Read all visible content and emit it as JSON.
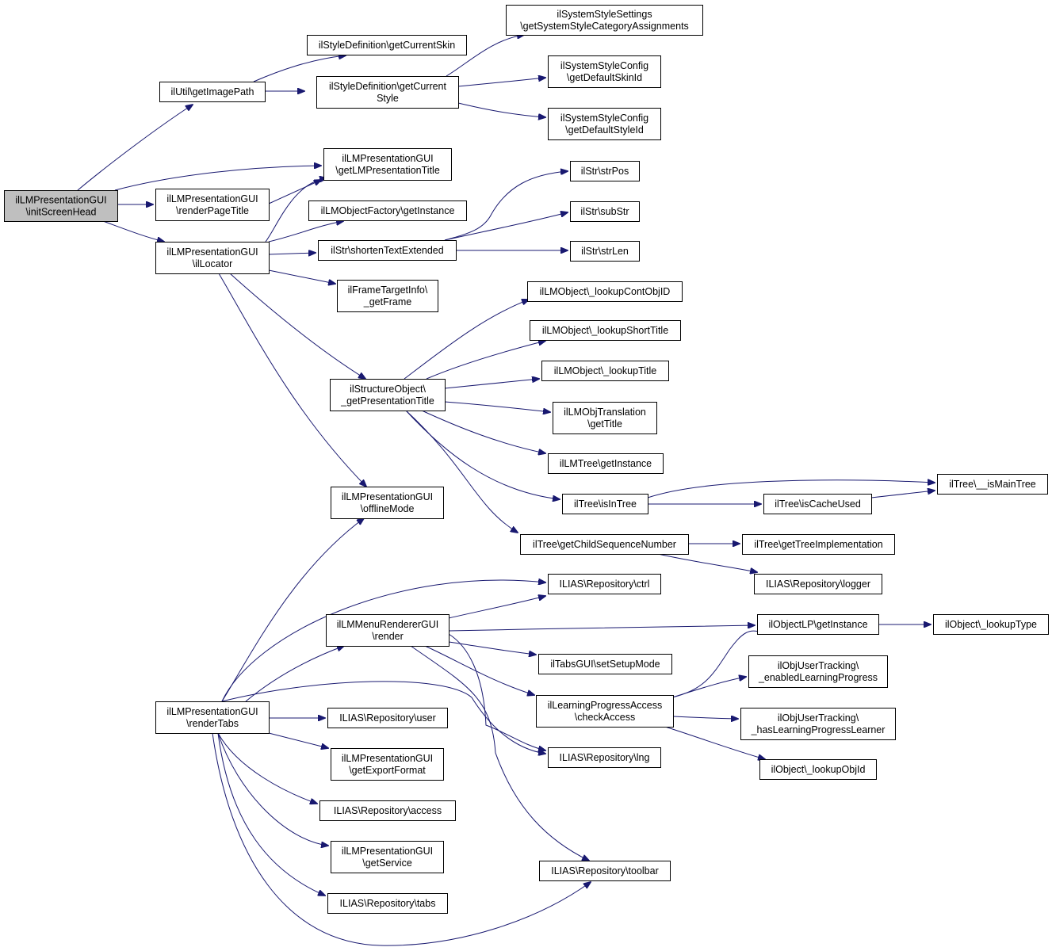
{
  "colors": {
    "edge": "#191970",
    "root_fill": "#bfbfbf",
    "node_fill": "#ffffff",
    "node_border": "#000000"
  },
  "nodes": {
    "root": [
      "ilLMPresentationGUI",
      "\\initScreenHead"
    ],
    "getImagePath": [
      "ilUtil\\getImagePath"
    ],
    "getCurrentSkin": [
      "ilStyleDefinition\\getCurrentSkin"
    ],
    "getCurrentStyle": [
      "ilStyleDefinition\\getCurrent",
      "Style"
    ],
    "getSysStyleCatAssign": [
      "ilSystemStyleSettings",
      "\\getSystemStyleCategoryAssignments"
    ],
    "getDefaultSkinId": [
      "ilSystemStyleConfig",
      "\\getDefaultSkinId"
    ],
    "getDefaultStyleId": [
      "ilSystemStyleConfig",
      "\\getDefaultStyleId"
    ],
    "getLMPresentationTitle": [
      "ilLMPresentationGUI",
      "\\getLMPresentationTitle"
    ],
    "renderPageTitle": [
      "ilLMPresentationGUI",
      "\\renderPageTitle"
    ],
    "ilLocator": [
      "ilLMPresentationGUI",
      "\\ilLocator"
    ],
    "objFactoryGetInstance": [
      "ilLMObjectFactory\\getInstance"
    ],
    "shortenTextExtended": [
      "ilStr\\shortenTextExtended"
    ],
    "strPos": [
      "ilStr\\strPos"
    ],
    "subStr": [
      "ilStr\\subStr"
    ],
    "strLen": [
      "ilStr\\strLen"
    ],
    "getFrame": [
      "ilFrameTargetInfo\\",
      "_getFrame"
    ],
    "lookupContObjID": [
      "ilLMObject\\_lookupContObjID"
    ],
    "lookupShortTitle": [
      "ilLMObject\\_lookupShortTitle"
    ],
    "lookupTitle": [
      "ilLMObject\\_lookupTitle"
    ],
    "getPresentationTitle": [
      "ilStructureObject\\",
      "_getPresentationTitle"
    ],
    "objTransGetTitle": [
      "ilLMObjTranslation",
      "\\getTitle"
    ],
    "lmTreeGetInstance": [
      "ilLMTree\\getInstance"
    ],
    "isInTree": [
      "ilTree\\isInTree"
    ],
    "isCacheUsed": [
      "ilTree\\isCacheUsed"
    ],
    "isMainTree": [
      "ilTree\\__isMainTree"
    ],
    "offlineMode": [
      "ilLMPresentationGUI",
      "\\offlineMode"
    ],
    "getChildSeqNum": [
      "ilTree\\getChildSequenceNumber"
    ],
    "getTreeImpl": [
      "ilTree\\getTreeImplementation"
    ],
    "logger": [
      "ILIAS\\Repository\\logger"
    ],
    "ctrl": [
      "ILIAS\\Repository\\ctrl"
    ],
    "menuRender": [
      "ilLMMenuRendererGUI",
      "\\render"
    ],
    "objectLPGetInstance": [
      "ilObjectLP\\getInstance"
    ],
    "lookupType": [
      "ilObject\\_lookupType"
    ],
    "enabledLP": [
      "ilObjUserTracking\\",
      "_enabledLearningProgress"
    ],
    "setSetupMode": [
      "ilTabsGUI\\setSetupMode"
    ],
    "checkAccess": [
      "ilLearningProgressAccess",
      "\\checkAccess"
    ],
    "hasLPLearner": [
      "ilObjUserTracking\\",
      "_hasLearningProgressLearner"
    ],
    "renderTabs": [
      "ilLMPresentationGUI",
      "\\renderTabs"
    ],
    "user": [
      "ILIAS\\Repository\\user"
    ],
    "lng": [
      "ILIAS\\Repository\\lng"
    ],
    "getExportFormat": [
      "ilLMPresentationGUI",
      "\\getExportFormat"
    ],
    "lookupObjId": [
      "ilObject\\_lookupObjId"
    ],
    "access": [
      "ILIAS\\Repository\\access"
    ],
    "getService": [
      "ilLMPresentationGUI",
      "\\getService"
    ],
    "toolbar": [
      "ILIAS\\Repository\\toolbar"
    ],
    "tabs": [
      "ILIAS\\Repository\\tabs"
    ]
  }
}
